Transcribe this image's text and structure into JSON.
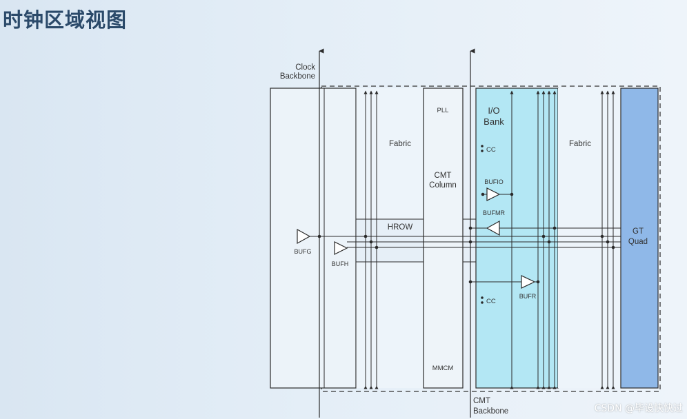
{
  "page": {
    "title": "时钟区域视图",
    "watermark": "CSDN @毕设快快过"
  },
  "colors": {
    "line": "#2a2a2a",
    "io_bank": "#b3e7f4",
    "gt_quad": "#8fb8e8",
    "hrow_band": "#e9f1f8"
  },
  "diagram": {
    "labels": {
      "clock_backbone": [
        "Clock",
        "Backbone"
      ],
      "cmt_backbone": [
        "CMT",
        "Backbone"
      ],
      "fabric_left": "Fabric",
      "fabric_right": "Fabric",
      "pll": "PLL",
      "cmt_column": [
        "CMT",
        "Column"
      ],
      "mmcm": "MMCM",
      "io_bank": [
        "I/O",
        "Bank"
      ],
      "cc_top": "CC",
      "cc_bottom": "CC",
      "bufio": "BUFIO",
      "bufmr": "BUFMR",
      "bufr": "BUFR",
      "bufg": "BUFG",
      "bufh": "BUFH",
      "hrow": "HROW",
      "gt_quad": [
        "GT",
        "Quad"
      ]
    },
    "icons": {
      "buffer": "triangle-buffer-icon",
      "junction": "dot-icon",
      "arrow": "arrowhead-icon"
    }
  }
}
